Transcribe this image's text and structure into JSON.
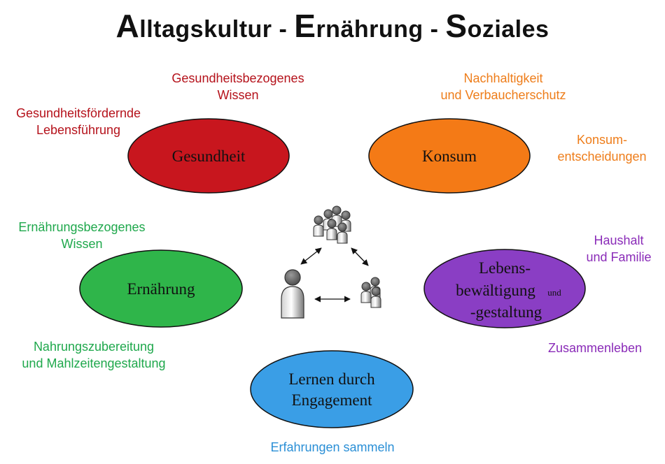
{
  "title": {
    "part1_cap": "A",
    "part1_rest": "lltagskultur - ",
    "part2_cap": "E",
    "part2_rest": "rnährung - ",
    "part3_cap": "S",
    "part3_rest": "oziales"
  },
  "nodes": {
    "gesundheit": {
      "label": "Gesundheit",
      "color": "#c8161e"
    },
    "konsum": {
      "label": "Konsum",
      "color": "#f47a16"
    },
    "ernaehrung": {
      "label": "Ernährung",
      "color": "#2fb54a"
    },
    "lebens": {
      "line1": "Lebens-",
      "line2": "bewältigung",
      "line2_small": "und",
      "line3": "-gestaltung",
      "color": "#8a3ec4"
    },
    "lernen": {
      "line1": "Lernen durch",
      "line2": "Engagement",
      "color": "#3a9ee6"
    }
  },
  "labels": {
    "gesundheitsbezogenes": [
      "Gesundheitsbezogenes",
      "Wissen"
    ],
    "gesundheitsfoerdernde": [
      "Gesundheitsfördernde",
      "Lebensführung"
    ],
    "nachhaltigkeit": [
      "Nachhaltigkeit",
      "und Verbaucherschutz"
    ],
    "konsumentscheidungen": [
      "Konsum-",
      "entscheidungen"
    ],
    "ernaehrungsbezogenes": [
      "Ernährungsbezogenes",
      "Wissen"
    ],
    "nahrungszubereitung": [
      "Nahrungszubereitung",
      "und Mahlzeitengestaltung"
    ],
    "haushalt": [
      "Haushalt",
      "und Familie"
    ],
    "zusammenleben": [
      "Zusammenleben"
    ],
    "erfahrungen": [
      "Erfahrungen sammeln"
    ]
  },
  "colors": {
    "red_text": "#b5121b",
    "orange_text": "#ee7d1a",
    "green_text": "#1fa84c",
    "purple_text": "#8a2bb8",
    "blue_text": "#2a8fd6"
  },
  "icons": [
    "person-icon",
    "group-icon",
    "small-group-icon",
    "double-arrow-icon"
  ]
}
